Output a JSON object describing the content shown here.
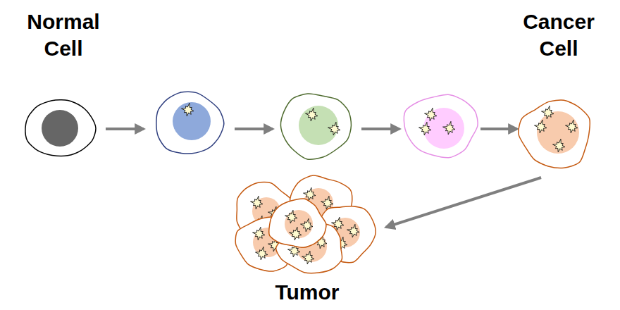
{
  "diagram": {
    "nodes": [
      {
        "text": [
          "Normal Cell"
        ]
      },
      {
        "text": [
          "Cancer Cell"
        ]
      },
      {
        "text": [
          "Tumor"
        ]
      }
    ],
    "edges": [
      {
        "from": 1,
        "to": 2,
        "arrow": "to"
      }
    ]
  }
}
